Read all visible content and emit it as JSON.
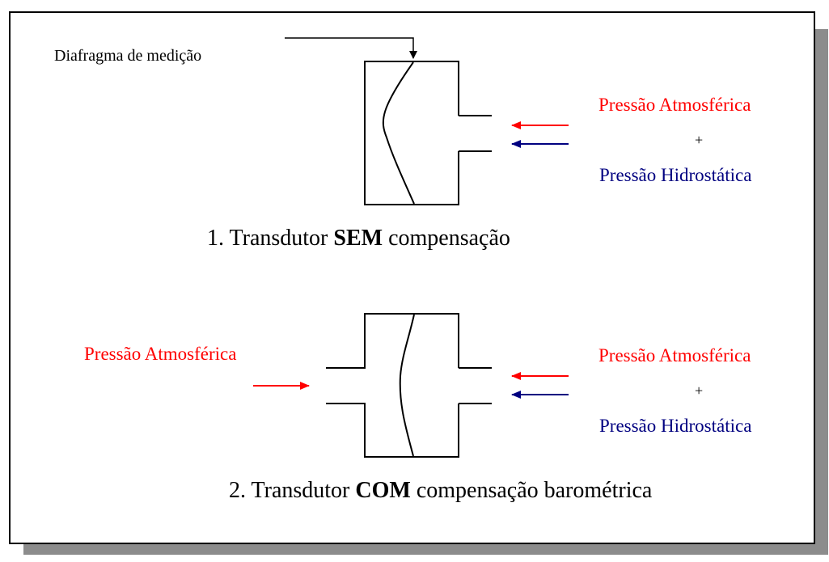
{
  "colors": {
    "atmospheric": "#ff0000",
    "hydrostatic": "#000080",
    "lines": "#000000",
    "frame_shadow": "#8c8c8c"
  },
  "labels": {
    "diaphragm": "Diafragma de medição",
    "atmospheric": "Pressão Atmosférica",
    "plus": "+",
    "hydrostatic": "Pressão Hidrostática"
  },
  "diagram1": {
    "caption_prefix": "1. Transdutor ",
    "caption_bold": "SEM",
    "caption_suffix": " compensação"
  },
  "diagram2": {
    "caption_prefix": "2. Transdutor ",
    "caption_bold": "COM",
    "caption_suffix": " compensação barométrica"
  }
}
